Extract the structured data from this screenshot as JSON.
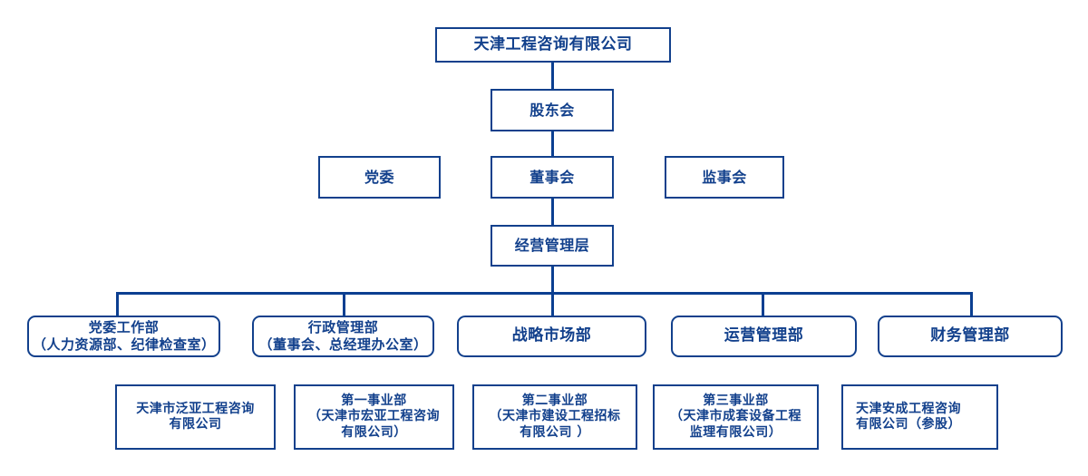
{
  "chart_data": {
    "type": "diagram",
    "title": "天津工程咨询有限公司 组织架构图",
    "orientation": "top-down",
    "colors": {
      "border": "#12408c",
      "connector": "#0b3f91",
      "text": "#12408c",
      "background": "#ffffff"
    },
    "levels": [
      {
        "name": "company",
        "node_count": 1
      },
      {
        "name": "shareholders",
        "node_count": 1
      },
      {
        "name": "governance",
        "node_count": 3
      },
      {
        "name": "management",
        "node_count": 1
      },
      {
        "name": "departments",
        "node_count": 5
      },
      {
        "name": "subsidiaries",
        "node_count": 5
      }
    ]
  },
  "company": {
    "label": "天津工程咨询有限公司"
  },
  "shareholders": {
    "label": "股东会"
  },
  "governance": {
    "party": "党委",
    "board": "董事会",
    "supervisors": "监事会"
  },
  "management": {
    "label": "经营管理层"
  },
  "departments": [
    {
      "line1": "党委工作部",
      "line2": "（人力资源部、纪律检查室）"
    },
    {
      "line1": "行政管理部",
      "line2": "（董事会、总经理办公室）"
    },
    {
      "line1": "战略市场部",
      "line2": ""
    },
    {
      "line1": "运营管理部",
      "line2": ""
    },
    {
      "line1": "财务管理部",
      "line2": ""
    }
  ],
  "subsidiaries": [
    {
      "line1": "天津市泛亚工程咨询",
      "line2": "有限公司",
      "line3": ""
    },
    {
      "line1": "第一事业部",
      "line2": "（天津市宏亚工程咨询",
      "line3": "有限公司）"
    },
    {
      "line1": "第二事业部",
      "line2": "（天津市建设工程招标",
      "line3": "有限公司 ）"
    },
    {
      "line1": "第三事业部",
      "line2": "（天津市成套设备工程",
      "line3": "监理有限公司）"
    },
    {
      "line1": "天津安成工程咨询",
      "line2": "有限公司（参股）",
      "line3": ""
    }
  ]
}
